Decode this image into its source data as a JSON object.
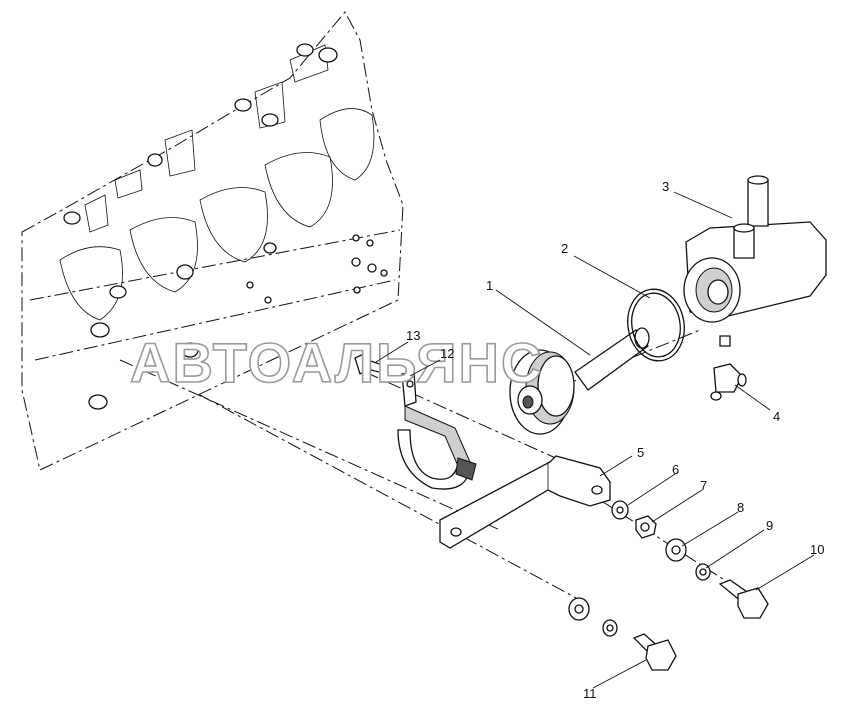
{
  "watermark": "АВТОАЛЬЯНС",
  "callouts": [
    {
      "id": "c1",
      "label": "1"
    },
    {
      "id": "c2",
      "label": "2"
    },
    {
      "id": "c3",
      "label": "3"
    },
    {
      "id": "c4",
      "label": "4"
    },
    {
      "id": "c5",
      "label": "5"
    },
    {
      "id": "c6",
      "label": "6"
    },
    {
      "id": "c7",
      "label": "7"
    },
    {
      "id": "c8",
      "label": "8"
    },
    {
      "id": "c9",
      "label": "9"
    },
    {
      "id": "c10",
      "label": "10"
    },
    {
      "id": "c11",
      "label": "11"
    },
    {
      "id": "c12",
      "label": "12"
    },
    {
      "id": "c13",
      "label": "13"
    }
  ]
}
